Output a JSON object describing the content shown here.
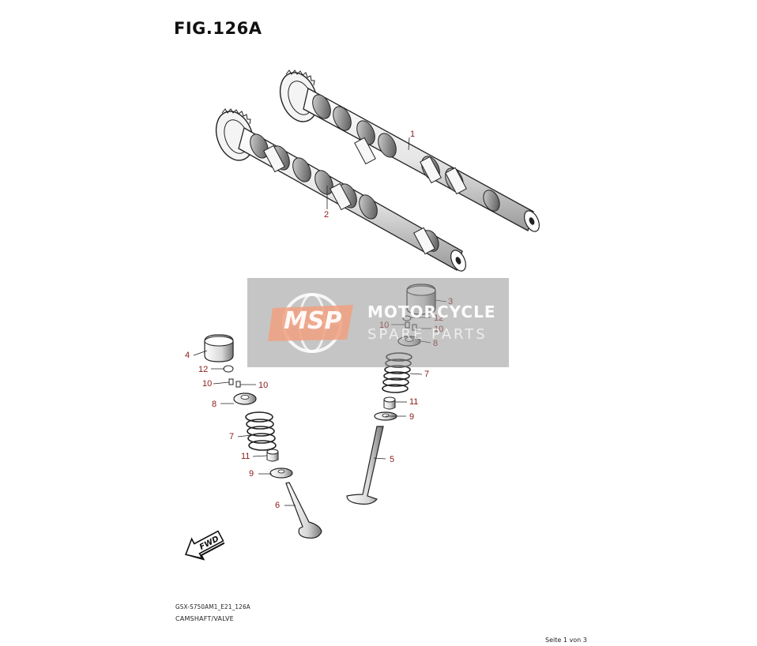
{
  "figure": {
    "title": "FIG.126A",
    "model_code": "GSX-S750AM1_E21_126A",
    "description": "CAMSHAFT/VALVE",
    "page": "Seite 1 von 3"
  },
  "callouts": [
    {
      "id": "c1",
      "text": "1"
    },
    {
      "id": "c2",
      "text": "2"
    },
    {
      "id": "c3",
      "text": "3"
    },
    {
      "id": "c4",
      "text": "4"
    },
    {
      "id": "c5",
      "text": "5"
    },
    {
      "id": "c6",
      "text": "6"
    },
    {
      "id": "c7r",
      "text": "7"
    },
    {
      "id": "c7l",
      "text": "7"
    },
    {
      "id": "c8r",
      "text": "8"
    },
    {
      "id": "c8l",
      "text": "8"
    },
    {
      "id": "c9r",
      "text": "9"
    },
    {
      "id": "c9l",
      "text": "9"
    },
    {
      "id": "c10ra",
      "text": "10"
    },
    {
      "id": "c10rb",
      "text": "10"
    },
    {
      "id": "c10la",
      "text": "10"
    },
    {
      "id": "c10lb",
      "text": "10"
    },
    {
      "id": "c11r",
      "text": "11"
    },
    {
      "id": "c11l",
      "text": "11"
    },
    {
      "id": "c12r",
      "text": "12"
    },
    {
      "id": "c12l",
      "text": "12"
    }
  ],
  "watermark": {
    "logo": "MSP",
    "line1": "MOTORCYCLE",
    "line2": "SPARE PARTS"
  },
  "fwd_label": "FWD",
  "colors": {
    "callout": "#8b1a1a",
    "line": "#222222",
    "watermark_accent": "#f0a080"
  }
}
